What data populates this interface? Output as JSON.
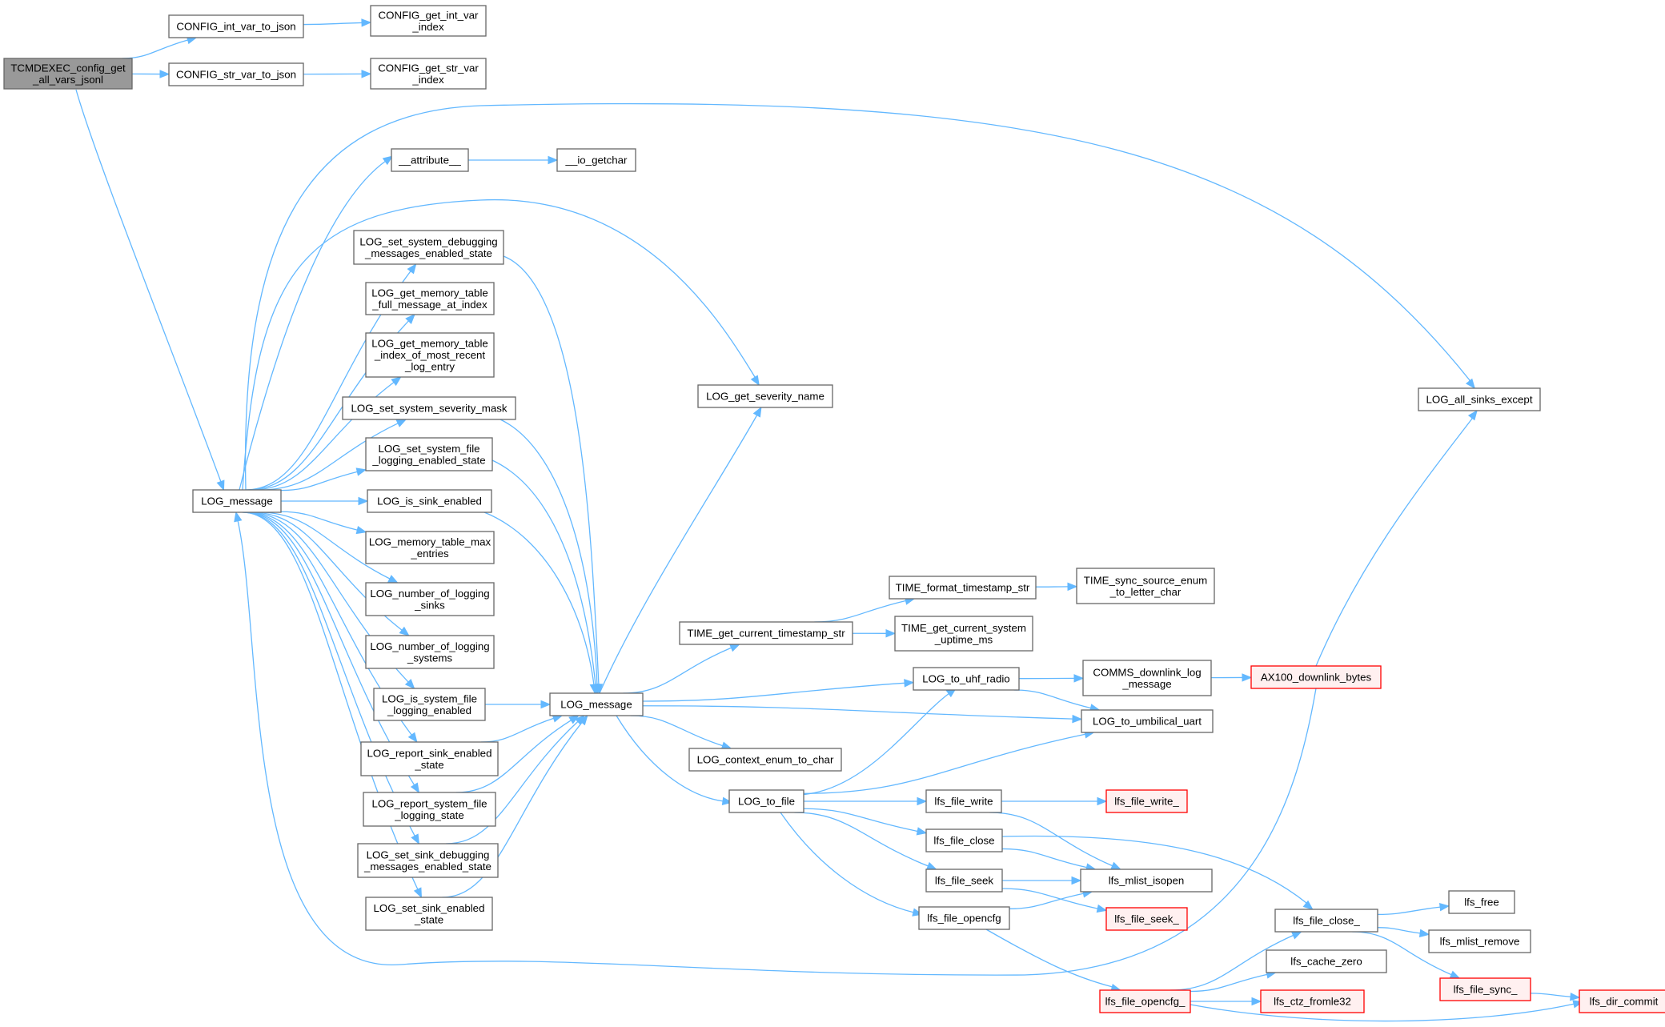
{
  "colors": {
    "edge": "#63b8ff",
    "node_border": "#666666",
    "node_fill": "#ffffff",
    "root_fill": "#999999",
    "root_border": "#666666",
    "truncated_border": "#ff0000",
    "truncated_fill": "#fff0f0"
  },
  "nodes": [
    {
      "id": "root",
      "lines": [
        "TCMDEXEC_config_get",
        "_all_vars_jsonl"
      ],
      "kind": "root"
    },
    {
      "id": "cfg_int_json",
      "lines": [
        "CONFIG_int_var_to_json"
      ],
      "kind": "normal"
    },
    {
      "id": "cfg_int_idx",
      "lines": [
        "CONFIG_get_int_var",
        "_index"
      ],
      "kind": "normal"
    },
    {
      "id": "cfg_str_json",
      "lines": [
        "CONFIG_str_var_to_json"
      ],
      "kind": "normal"
    },
    {
      "id": "cfg_str_idx",
      "lines": [
        "CONFIG_get_str_var",
        "_index"
      ],
      "kind": "normal"
    },
    {
      "id": "attr",
      "lines": [
        "__attribute__"
      ],
      "kind": "normal"
    },
    {
      "id": "iogetchar",
      "lines": [
        "__io_getchar"
      ],
      "kind": "normal"
    },
    {
      "id": "set_dbg",
      "lines": [
        "LOG_set_system_debugging",
        "_messages_enabled_state"
      ],
      "kind": "normal"
    },
    {
      "id": "mem_full",
      "lines": [
        "LOG_get_memory_table",
        "_full_message_at_index"
      ],
      "kind": "normal"
    },
    {
      "id": "mem_idx",
      "lines": [
        "LOG_get_memory_table",
        "_index_of_most_recent",
        "_log_entry"
      ],
      "kind": "normal"
    },
    {
      "id": "sev_mask",
      "lines": [
        "LOG_set_system_severity_mask"
      ],
      "kind": "normal"
    },
    {
      "id": "set_file",
      "lines": [
        "LOG_set_system_file",
        "_logging_enabled_state"
      ],
      "kind": "normal"
    },
    {
      "id": "sink_en",
      "lines": [
        "LOG_is_sink_enabled"
      ],
      "kind": "normal"
    },
    {
      "id": "mem_max",
      "lines": [
        "LOG_memory_table_max",
        "_entries"
      ],
      "kind": "normal"
    },
    {
      "id": "num_sinks",
      "lines": [
        "LOG_number_of_logging",
        "_sinks"
      ],
      "kind": "normal"
    },
    {
      "id": "num_sys",
      "lines": [
        "LOG_number_of_logging",
        "_systems"
      ],
      "kind": "normal"
    },
    {
      "id": "sys_file_en",
      "lines": [
        "LOG_is_system_file",
        "_logging_enabled"
      ],
      "kind": "normal"
    },
    {
      "id": "rep_sink",
      "lines": [
        "LOG_report_sink_enabled",
        "_state"
      ],
      "kind": "normal"
    },
    {
      "id": "rep_sys",
      "lines": [
        "LOG_report_system_file",
        "_logging_state"
      ],
      "kind": "normal"
    },
    {
      "id": "sink_dbg",
      "lines": [
        "LOG_set_sink_debugging",
        "_messages_enabled_state"
      ],
      "kind": "normal"
    },
    {
      "id": "sink_set",
      "lines": [
        "LOG_set_sink_enabled",
        "_state"
      ],
      "kind": "normal"
    },
    {
      "id": "logmsg1",
      "lines": [
        "LOG_message"
      ],
      "kind": "normal"
    },
    {
      "id": "logmsg2",
      "lines": [
        "LOG_message"
      ],
      "kind": "normal"
    },
    {
      "id": "sev_name",
      "lines": [
        "LOG_get_severity_name"
      ],
      "kind": "normal"
    },
    {
      "id": "all_sinks",
      "lines": [
        "LOG_all_sinks_except"
      ],
      "kind": "normal"
    },
    {
      "id": "time_fmt",
      "lines": [
        "TIME_format_timestamp_str"
      ],
      "kind": "normal"
    },
    {
      "id": "time_sync",
      "lines": [
        "TIME_sync_source_enum",
        "_to_letter_char"
      ],
      "kind": "normal"
    },
    {
      "id": "time_cur",
      "lines": [
        "TIME_get_current_timestamp_str"
      ],
      "kind": "normal"
    },
    {
      "id": "time_up",
      "lines": [
        "TIME_get_current_system",
        "_uptime_ms"
      ],
      "kind": "normal"
    },
    {
      "id": "uhf",
      "lines": [
        "LOG_to_uhf_radio"
      ],
      "kind": "normal"
    },
    {
      "id": "comms",
      "lines": [
        "COMMS_downlink_log",
        "_message"
      ],
      "kind": "normal"
    },
    {
      "id": "ax100",
      "lines": [
        "AX100_downlink_bytes"
      ],
      "kind": "truncated"
    },
    {
      "id": "umb",
      "lines": [
        "LOG_to_umbilical_uart"
      ],
      "kind": "normal"
    },
    {
      "id": "ctx",
      "lines": [
        "LOG_context_enum_to_char"
      ],
      "kind": "normal"
    },
    {
      "id": "tofile",
      "lines": [
        "LOG_to_file"
      ],
      "kind": "normal"
    },
    {
      "id": "fwrite",
      "lines": [
        "lfs_file_write"
      ],
      "kind": "normal"
    },
    {
      "id": "fwrite_",
      "lines": [
        "lfs_file_write_"
      ],
      "kind": "truncated"
    },
    {
      "id": "fclose",
      "lines": [
        "lfs_file_close"
      ],
      "kind": "normal"
    },
    {
      "id": "isopen",
      "lines": [
        "lfs_mlist_isopen"
      ],
      "kind": "normal"
    },
    {
      "id": "fseek",
      "lines": [
        "lfs_file_seek"
      ],
      "kind": "normal"
    },
    {
      "id": "fseek_",
      "lines": [
        "lfs_file_seek_"
      ],
      "kind": "truncated"
    },
    {
      "id": "fopencfg",
      "lines": [
        "lfs_file_opencfg"
      ],
      "kind": "normal"
    },
    {
      "id": "fclose_",
      "lines": [
        "lfs_file_close_"
      ],
      "kind": "normal"
    },
    {
      "id": "lfree",
      "lines": [
        "lfs_free"
      ],
      "kind": "normal"
    },
    {
      "id": "mremove",
      "lines": [
        "lfs_mlist_remove"
      ],
      "kind": "normal"
    },
    {
      "id": "cache0",
      "lines": [
        "lfs_cache_zero"
      ],
      "kind": "normal"
    },
    {
      "id": "fsync",
      "lines": [
        "lfs_file_sync_"
      ],
      "kind": "truncated"
    },
    {
      "id": "fopencfg_",
      "lines": [
        "lfs_file_opencfg_"
      ],
      "kind": "truncated"
    },
    {
      "id": "ctz",
      "lines": [
        "lfs_ctz_fromle32"
      ],
      "kind": "truncated"
    },
    {
      "id": "dircommit",
      "lines": [
        "lfs_dir_commit"
      ],
      "kind": "truncated"
    }
  ],
  "edges": [
    {
      "from": "root",
      "to": "cfg_int_json"
    },
    {
      "from": "root",
      "to": "cfg_str_json"
    },
    {
      "from": "root",
      "to": "logmsg1"
    },
    {
      "from": "cfg_int_json",
      "to": "cfg_int_idx"
    },
    {
      "from": "cfg_str_json",
      "to": "cfg_str_idx"
    },
    {
      "from": "logmsg1",
      "to": "attr"
    },
    {
      "from": "logmsg1",
      "to": "sev_name"
    },
    {
      "from": "logmsg1",
      "to": "all_sinks"
    },
    {
      "from": "logmsg1",
      "to": "set_dbg"
    },
    {
      "from": "logmsg1",
      "to": "mem_full"
    },
    {
      "from": "logmsg1",
      "to": "mem_idx"
    },
    {
      "from": "logmsg1",
      "to": "sev_mask"
    },
    {
      "from": "logmsg1",
      "to": "set_file"
    },
    {
      "from": "logmsg1",
      "to": "sink_en"
    },
    {
      "from": "logmsg1",
      "to": "mem_max"
    },
    {
      "from": "logmsg1",
      "to": "num_sinks"
    },
    {
      "from": "logmsg1",
      "to": "num_sys"
    },
    {
      "from": "logmsg1",
      "to": "sys_file_en"
    },
    {
      "from": "logmsg1",
      "to": "rep_sink"
    },
    {
      "from": "logmsg1",
      "to": "rep_sys"
    },
    {
      "from": "logmsg1",
      "to": "sink_dbg"
    },
    {
      "from": "logmsg1",
      "to": "sink_set"
    },
    {
      "from": "attr",
      "to": "iogetchar"
    },
    {
      "from": "set_dbg",
      "to": "logmsg2"
    },
    {
      "from": "sev_mask",
      "to": "logmsg2"
    },
    {
      "from": "set_file",
      "to": "logmsg2"
    },
    {
      "from": "sink_en",
      "to": "logmsg2"
    },
    {
      "from": "sys_file_en",
      "to": "logmsg2"
    },
    {
      "from": "rep_sink",
      "to": "logmsg2"
    },
    {
      "from": "rep_sys",
      "to": "logmsg2"
    },
    {
      "from": "sink_dbg",
      "to": "logmsg2"
    },
    {
      "from": "sink_set",
      "to": "logmsg2"
    },
    {
      "from": "logmsg2",
      "to": "sev_name"
    },
    {
      "from": "logmsg2",
      "to": "time_cur"
    },
    {
      "from": "logmsg2",
      "to": "uhf"
    },
    {
      "from": "logmsg2",
      "to": "umb"
    },
    {
      "from": "logmsg2",
      "to": "ctx"
    },
    {
      "from": "logmsg2",
      "to": "tofile"
    },
    {
      "from": "time_cur",
      "to": "time_fmt"
    },
    {
      "from": "time_cur",
      "to": "time_up"
    },
    {
      "from": "time_fmt",
      "to": "time_sync"
    },
    {
      "from": "uhf",
      "to": "comms"
    },
    {
      "from": "uhf",
      "to": "umb"
    },
    {
      "from": "comms",
      "to": "ax100"
    },
    {
      "from": "ax100",
      "to": "all_sinks"
    },
    {
      "from": "ax100",
      "to": "logmsg1"
    },
    {
      "from": "tofile",
      "to": "uhf"
    },
    {
      "from": "tofile",
      "to": "umb"
    },
    {
      "from": "tofile",
      "to": "fwrite"
    },
    {
      "from": "tofile",
      "to": "fclose"
    },
    {
      "from": "tofile",
      "to": "fseek"
    },
    {
      "from": "tofile",
      "to": "fopencfg"
    },
    {
      "from": "fwrite",
      "to": "fwrite_"
    },
    {
      "from": "fwrite",
      "to": "isopen"
    },
    {
      "from": "fclose",
      "to": "isopen"
    },
    {
      "from": "fclose",
      "to": "fclose_"
    },
    {
      "from": "fseek",
      "to": "isopen"
    },
    {
      "from": "fseek",
      "to": "fseek_"
    },
    {
      "from": "fopencfg",
      "to": "isopen"
    },
    {
      "from": "fopencfg",
      "to": "fopencfg_"
    },
    {
      "from": "fclose_",
      "to": "lfree"
    },
    {
      "from": "fclose_",
      "to": "mremove"
    },
    {
      "from": "fclose_",
      "to": "fsync"
    },
    {
      "from": "fopencfg_",
      "to": "fclose_"
    },
    {
      "from": "fopencfg_",
      "to": "cache0"
    },
    {
      "from": "fopencfg_",
      "to": "ctz"
    },
    {
      "from": "fopencfg_",
      "to": "dircommit"
    },
    {
      "from": "fsync",
      "to": "dircommit"
    }
  ]
}
